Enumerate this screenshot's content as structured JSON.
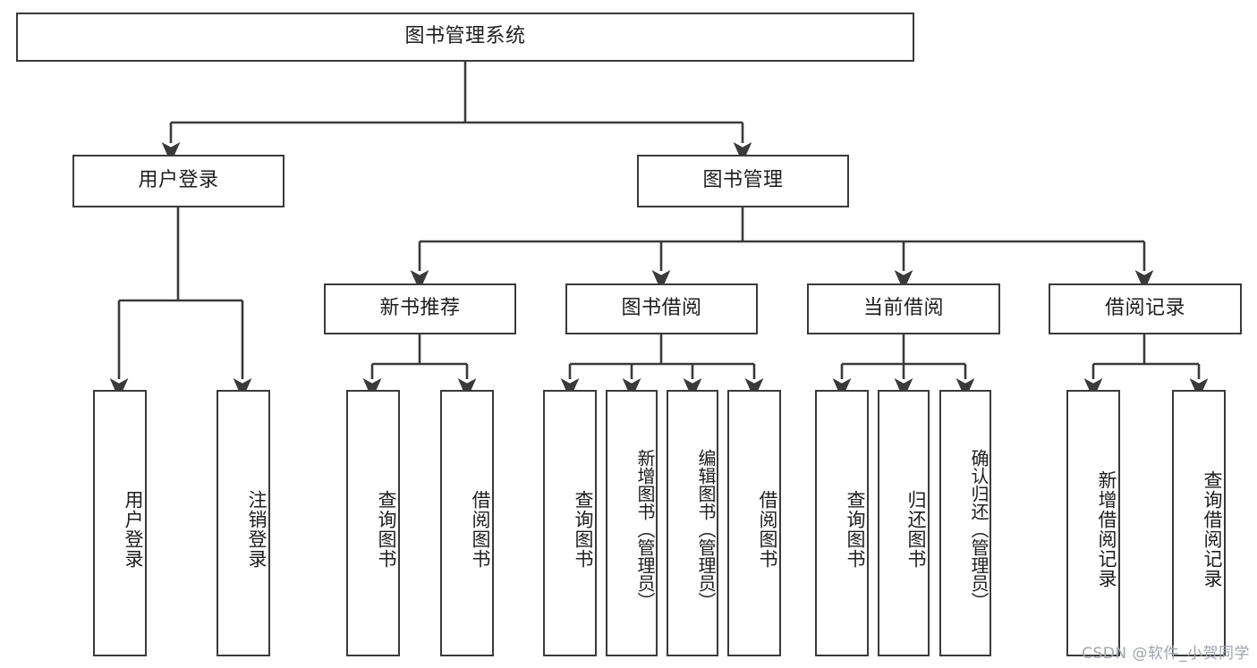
{
  "diagram": {
    "title": "图书管理系统",
    "type": "tree",
    "watermark": "CSDN @软件_小贺同学",
    "colors": {
      "stroke": "#3a3a3a",
      "fill": "#ffffff",
      "text": "#1d1d1d",
      "watermark": "#9fa4ab"
    },
    "levels": {
      "root": {
        "label": "图书管理系统"
      },
      "level2": [
        {
          "id": "user-login",
          "label": "用户登录"
        },
        {
          "id": "book-manage",
          "label": "图书管理"
        }
      ],
      "level3": [
        {
          "id": "new-book-recommend",
          "label": "新书推荐",
          "parent": "book-manage"
        },
        {
          "id": "book-borrow",
          "label": "图书借阅",
          "parent": "book-manage"
        },
        {
          "id": "current-borrow",
          "label": "当前借阅",
          "parent": "book-manage"
        },
        {
          "id": "borrow-record",
          "label": "借阅记录",
          "parent": "book-manage"
        }
      ],
      "leaves": [
        {
          "id": "leaf-user-login",
          "label": "用户登录",
          "parent": "user-login"
        },
        {
          "id": "leaf-user-logout",
          "label": "注销登录",
          "parent": "user-login"
        },
        {
          "id": "leaf-query-book-1",
          "label": "查询图书",
          "parent": "new-book-recommend"
        },
        {
          "id": "leaf-borrow-book-1",
          "label": "借阅图书",
          "parent": "new-book-recommend"
        },
        {
          "id": "leaf-query-book-2",
          "label": "查询图书",
          "parent": "book-borrow"
        },
        {
          "id": "leaf-add-book",
          "label": "新增图书（管理员）",
          "parent": "book-borrow"
        },
        {
          "id": "leaf-edit-book",
          "label": "编辑图书（管理员）",
          "parent": "book-borrow"
        },
        {
          "id": "leaf-borrow-book-2",
          "label": "借阅图书",
          "parent": "book-borrow"
        },
        {
          "id": "leaf-query-book-3",
          "label": "查询图书",
          "parent": "current-borrow"
        },
        {
          "id": "leaf-return-book",
          "label": "归还图书",
          "parent": "current-borrow"
        },
        {
          "id": "leaf-confirm-return",
          "label": "确认归还（管理员）",
          "parent": "current-borrow"
        },
        {
          "id": "leaf-add-record",
          "label": "新增借阅记录",
          "parent": "borrow-record"
        },
        {
          "id": "leaf-query-record",
          "label": "查询借阅记录",
          "parent": "borrow-record"
        }
      ]
    }
  }
}
